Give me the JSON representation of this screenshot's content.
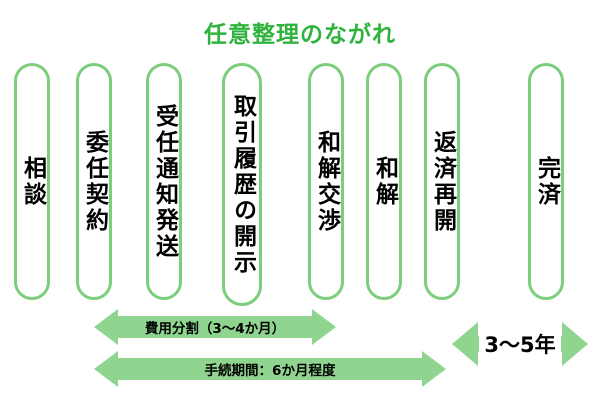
{
  "title": "任意整理のながれ",
  "steps": [
    {
      "label": "相談"
    },
    {
      "label": "委任契約"
    },
    {
      "label": "受任通知発送"
    },
    {
      "label": "取引履歴の開示"
    },
    {
      "label": "和解交渉"
    },
    {
      "label": "和解"
    },
    {
      "label": "返済再開"
    },
    {
      "label": "完済"
    }
  ],
  "arrows": [
    {
      "label": "費用分割（3～4か月）"
    },
    {
      "label": "手続期間：6か月程度"
    },
    {
      "label": "3～5年"
    }
  ],
  "colors": {
    "title_green": "#2fb33c",
    "pill_border_green": "#7ccd7c",
    "arrow_fill_green": "#8fd58f",
    "text_black": "#000000"
  }
}
